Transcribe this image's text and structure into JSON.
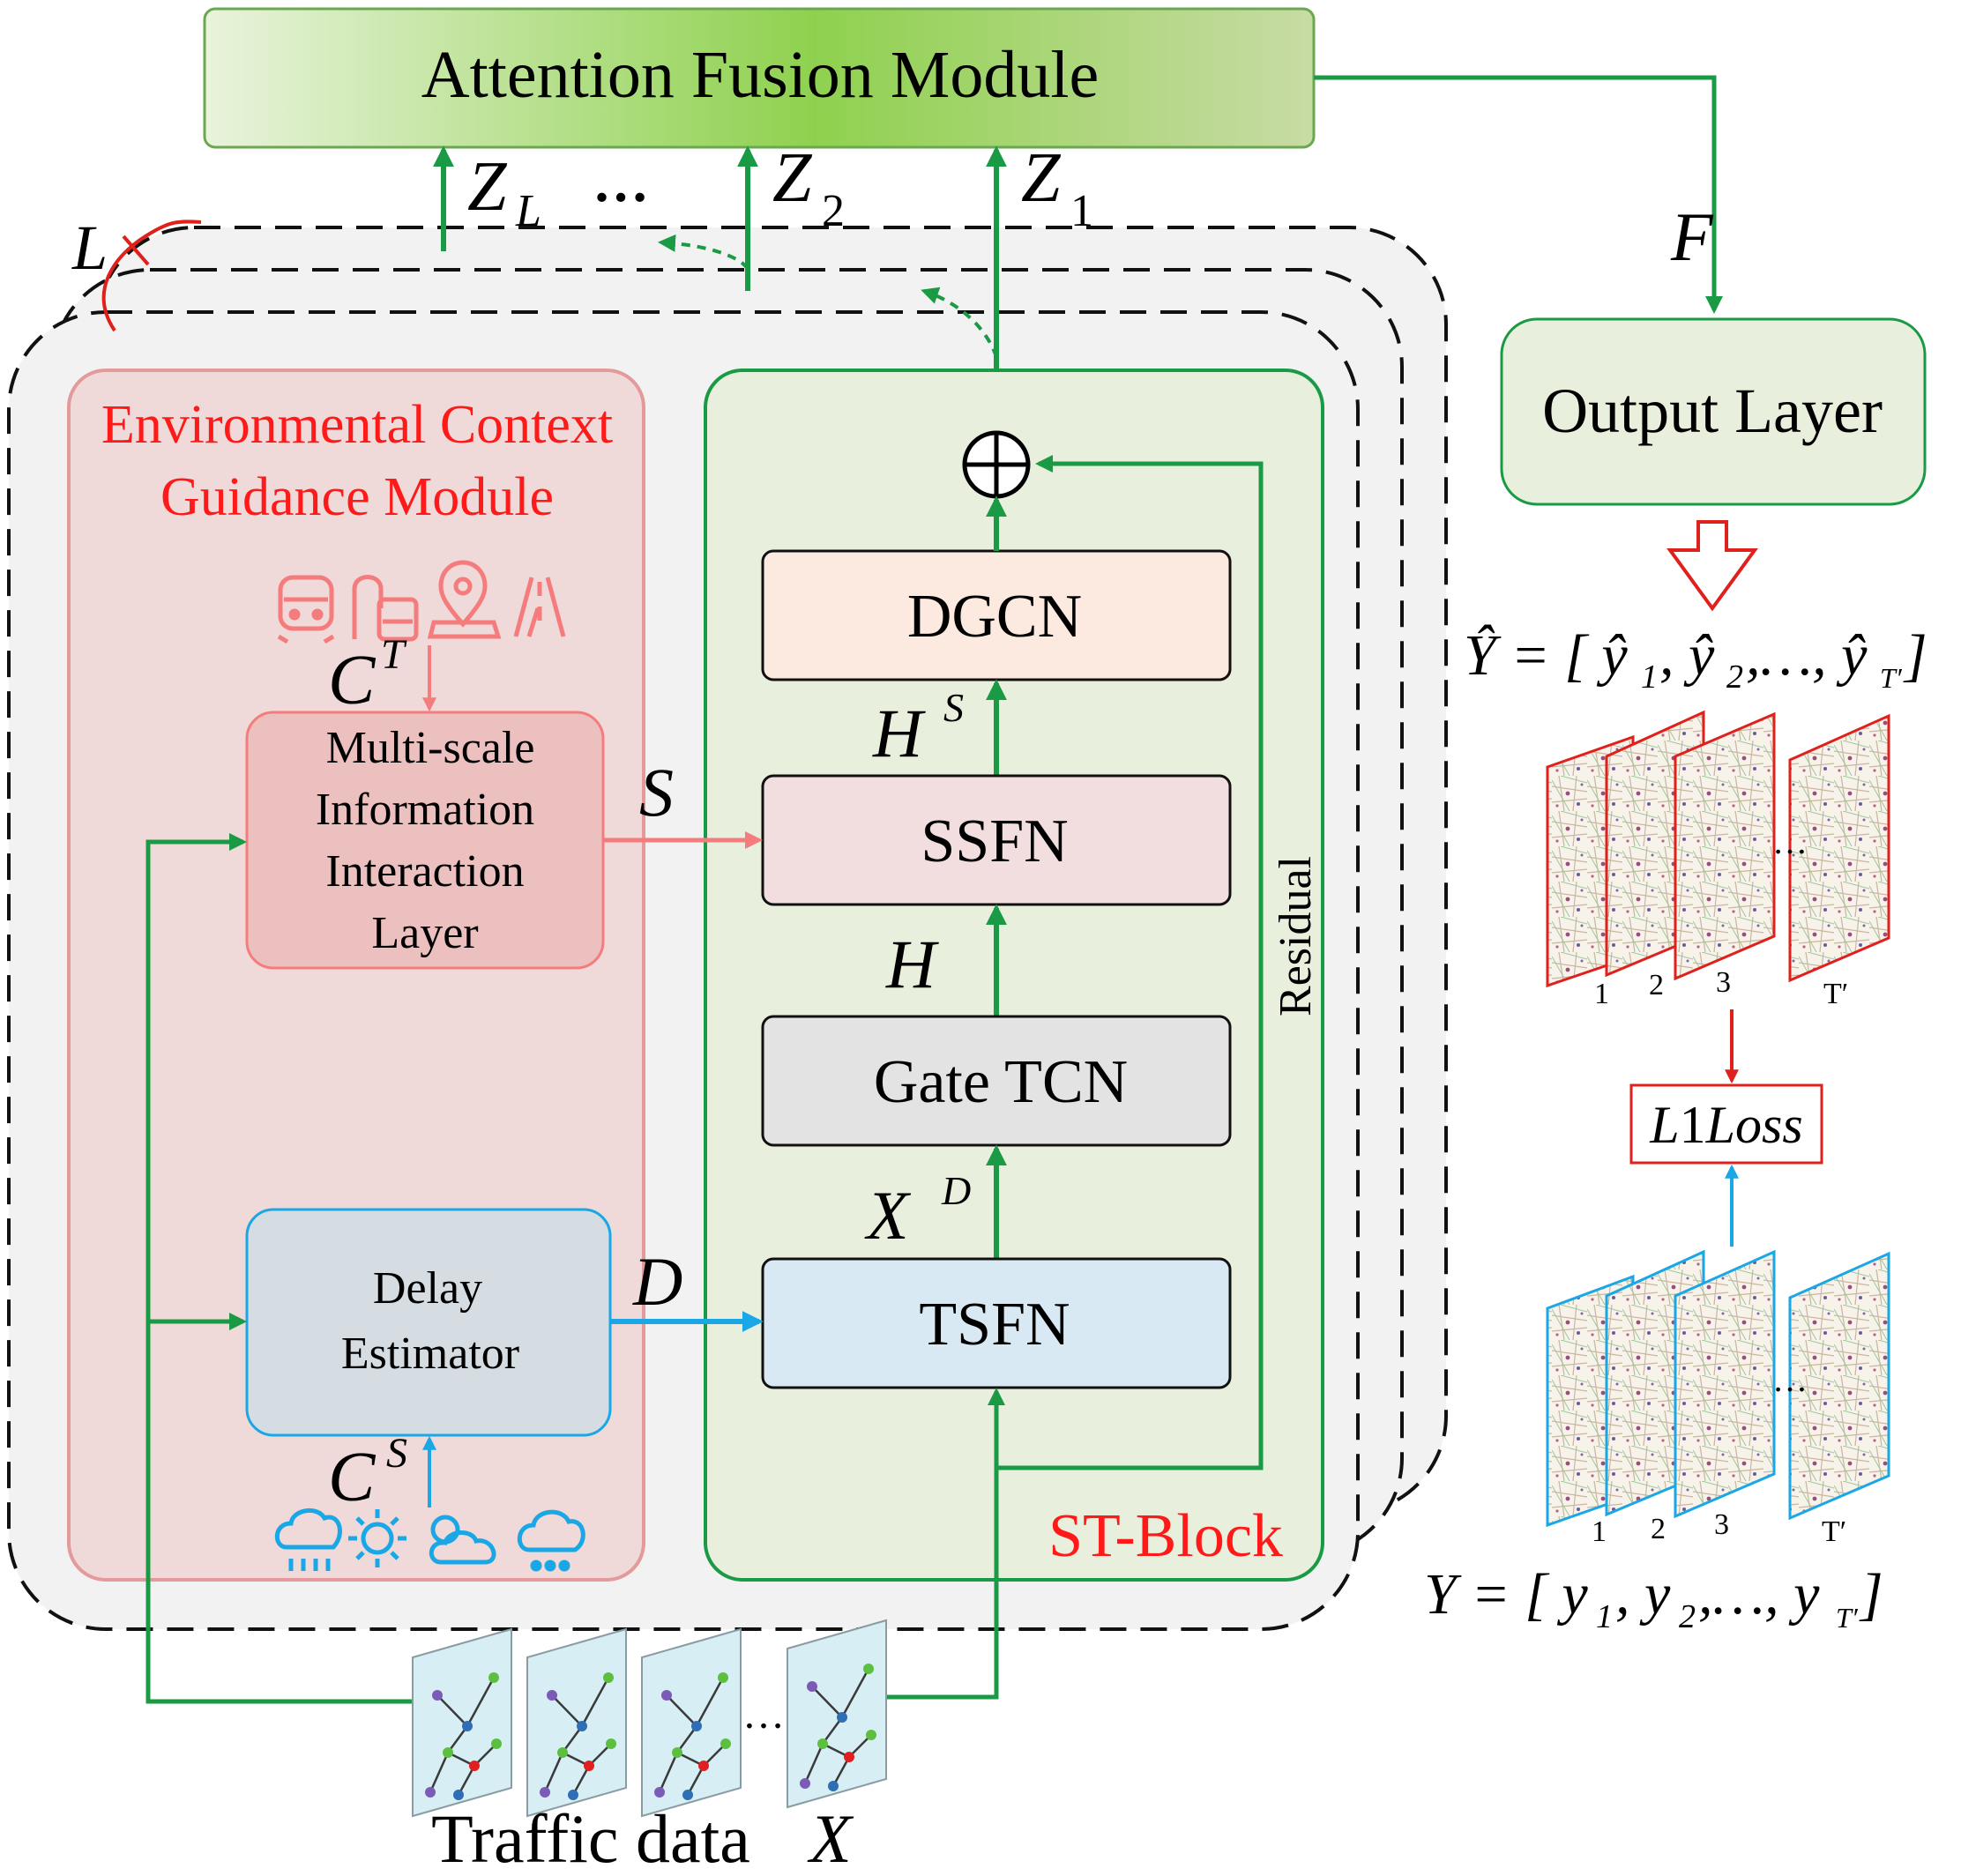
{
  "diagram": {
    "attention_fusion_module": "Attention Fusion Module",
    "z_outputs": [
      "Z",
      "L",
      "…",
      "Z",
      "2",
      "Z",
      "1"
    ],
    "f_label": "F",
    "l_label": "L",
    "output_layer": "Output Layer",
    "y_hat_equation": [
      "Ŷ = [ ŷ",
      "1",
      ", ŷ",
      "2",
      ",…, ŷ",
      "T′",
      " ]"
    ],
    "y_equation": [
      "Y = [ y",
      "1",
      ", y",
      "2",
      ",…, y",
      "T′",
      " ]"
    ],
    "loss_label": [
      "L",
      "1",
      "Loss"
    ],
    "map_frame_labels": [
      "1",
      "2",
      "3",
      "T′"
    ],
    "map_ellipsis": "…",
    "ecg_module_title": [
      "Environmental Context",
      "Guidance Module"
    ],
    "c_t_label": [
      "C",
      "T"
    ],
    "c_s_label": [
      "C",
      "S"
    ],
    "multiscale_layer": [
      "Multi-scale",
      "Information",
      "Interaction",
      "Layer"
    ],
    "delay_estimator": [
      "Delay",
      "Estimator"
    ],
    "s_label": "S",
    "d_label": "D",
    "st_block_label": "ST-Block",
    "residual_label": "Residual",
    "dgcn": "DGCN",
    "ssfn": "SSFN",
    "gate_tcn": "Gate TCN",
    "tsfn": "TSFN",
    "h_s_label": [
      "H",
      "S"
    ],
    "h_label": "H",
    "x_d_label": [
      "X",
      "D"
    ],
    "traffic_data_label": "Traffic data",
    "x_label": "X",
    "graph_ellipsis": "…",
    "transport_icons": [
      "train-icon",
      "bus-stop-icon",
      "location-pin-icon",
      "road-icon"
    ],
    "weather_icons": [
      "rain-cloud-icon",
      "sun-icon",
      "partly-cloudy-icon",
      "snow-cloud-icon"
    ],
    "colors": {
      "green_line": "#1b9a45",
      "red_text": "#ff1a1a",
      "salmon_arrow": "#f47c7c",
      "blue_arrow": "#19a7e6",
      "ecg_fill": "#f0d9d9",
      "st_fill": "#e8f0dd",
      "dgcn_fill": "#fce9df",
      "ssfn_fill": "#f2dedf",
      "gate_fill": "#e3e3e3",
      "tsfn_fill": "#d8e9f4"
    }
  }
}
